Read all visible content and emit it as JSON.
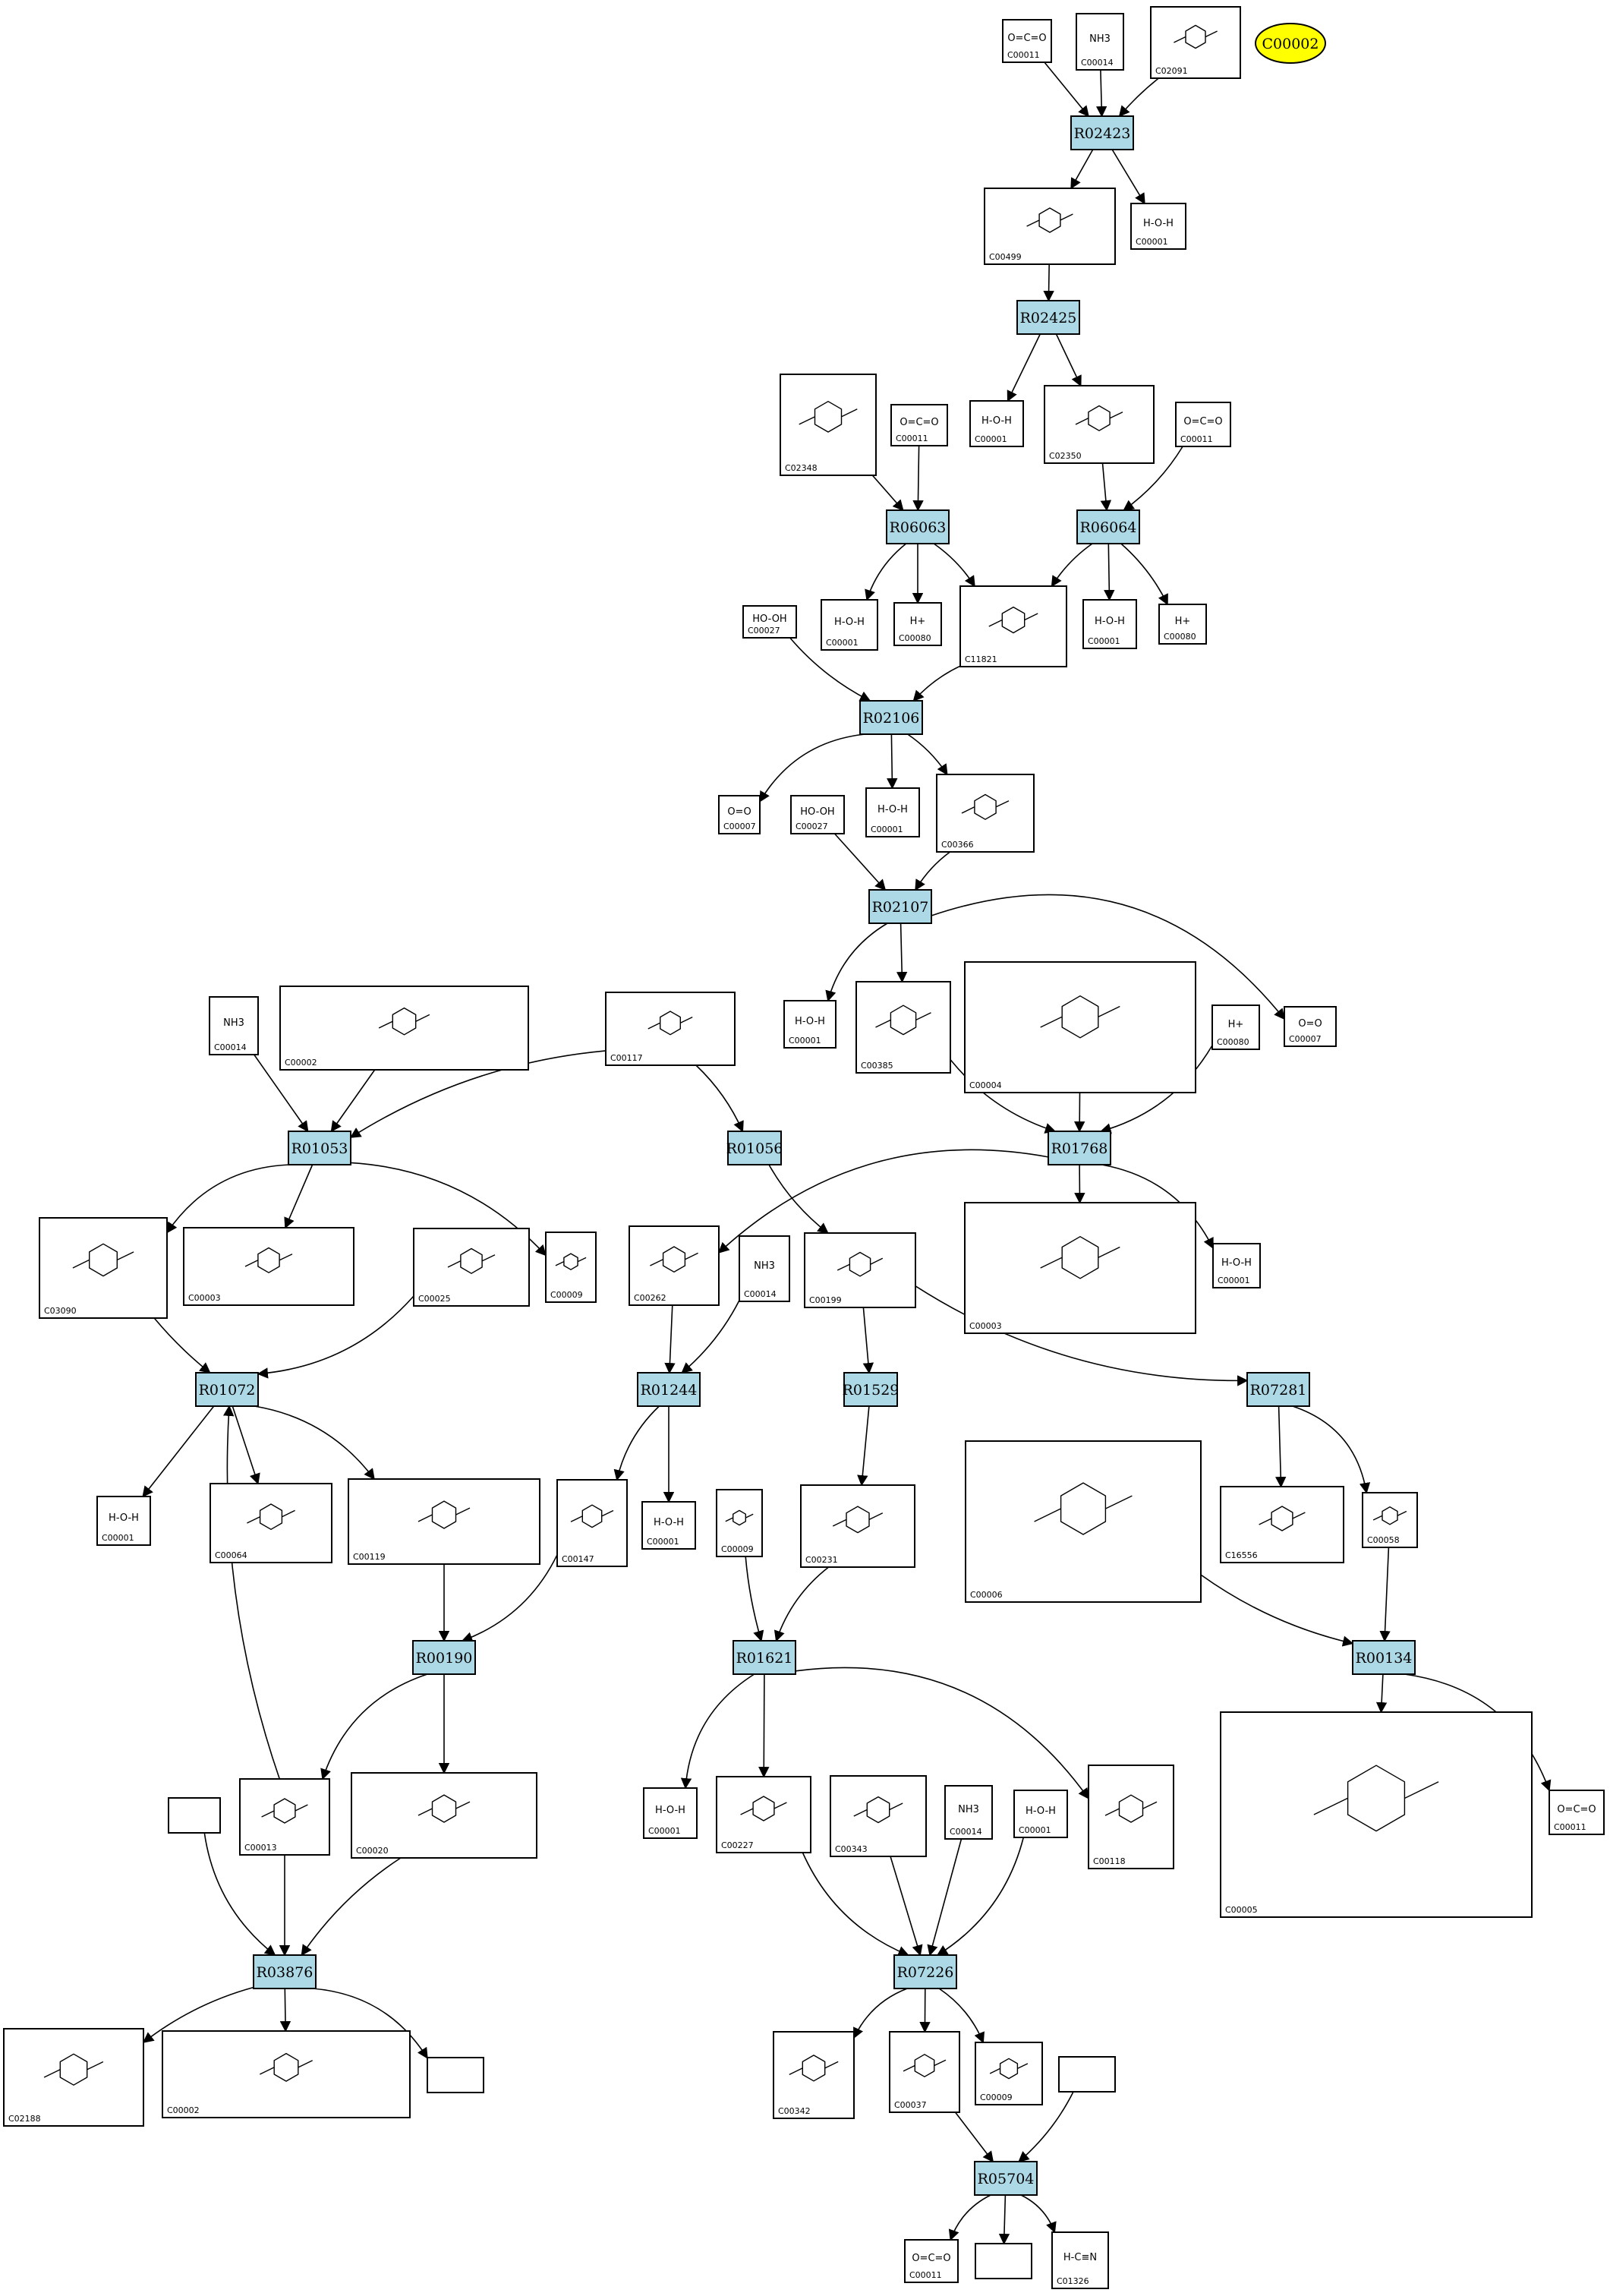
{
  "highlight": {
    "label": "C00002"
  },
  "reactions": [
    {
      "id": "R02423",
      "label": "R02423"
    },
    {
      "id": "R02425",
      "label": "R02425"
    },
    {
      "id": "R06063",
      "label": "R06063"
    },
    {
      "id": "R06064",
      "label": "R06064"
    },
    {
      "id": "R02106",
      "label": "R02106"
    },
    {
      "id": "R02107",
      "label": "R02107"
    },
    {
      "id": "R01053",
      "label": "R01053"
    },
    {
      "id": "R01056",
      "label": "R01056"
    },
    {
      "id": "R01768",
      "label": "R01768"
    },
    {
      "id": "R01072",
      "label": "R01072"
    },
    {
      "id": "R01244",
      "label": "R01244"
    },
    {
      "id": "R01529",
      "label": "R01529"
    },
    {
      "id": "R07281",
      "label": "R07281"
    },
    {
      "id": "R00190",
      "label": "R00190"
    },
    {
      "id": "R01621",
      "label": "R01621"
    },
    {
      "id": "R00134",
      "label": "R00134"
    },
    {
      "id": "R03876",
      "label": "R03876"
    },
    {
      "id": "R07226",
      "label": "R07226"
    },
    {
      "id": "R05704",
      "label": "R05704"
    }
  ],
  "compounds": [
    {
      "id": "c01",
      "label": "C00011",
      "formula": "O=C=O"
    },
    {
      "id": "c02",
      "label": "C00014",
      "formula": "NH3"
    },
    {
      "id": "c03",
      "label": "C02091",
      "formula": ""
    },
    {
      "id": "c04",
      "label": "C00499",
      "formula": ""
    },
    {
      "id": "c05",
      "label": "C00001",
      "formula": "H-O-H"
    },
    {
      "id": "c06",
      "label": "C02348",
      "formula": ""
    },
    {
      "id": "c07",
      "label": "C00011",
      "formula": "O=C=O"
    },
    {
      "id": "c08",
      "label": "C00001",
      "formula": "H-O-H"
    },
    {
      "id": "c09",
      "label": "C02350",
      "formula": ""
    },
    {
      "id": "c10",
      "label": "C00011",
      "formula": "O=C=O"
    },
    {
      "id": "c11",
      "label": "C00027",
      "formula": "HO-OH"
    },
    {
      "id": "c12",
      "label": "C00001",
      "formula": "H-O-H"
    },
    {
      "id": "c13",
      "label": "C00080",
      "formula": "H+"
    },
    {
      "id": "c14",
      "label": "C11821",
      "formula": ""
    },
    {
      "id": "c15",
      "label": "C00001",
      "formula": "H-O-H"
    },
    {
      "id": "c16",
      "label": "C00080",
      "formula": "H+"
    },
    {
      "id": "c17",
      "label": "C00007",
      "formula": "O=O"
    },
    {
      "id": "c18",
      "label": "C00027",
      "formula": "HO-OH"
    },
    {
      "id": "c19",
      "label": "C00001",
      "formula": "H-O-H"
    },
    {
      "id": "c20",
      "label": "C00366",
      "formula": ""
    },
    {
      "id": "c21",
      "label": "C00014",
      "formula": "NH3"
    },
    {
      "id": "c22",
      "label": "C00002",
      "formula": ""
    },
    {
      "id": "c23",
      "label": "C00117",
      "formula": ""
    },
    {
      "id": "c24",
      "label": "C00001",
      "formula": "H-O-H"
    },
    {
      "id": "c25",
      "label": "C00385",
      "formula": ""
    },
    {
      "id": "c26",
      "label": "C00004",
      "formula": ""
    },
    {
      "id": "c27",
      "label": "C00080",
      "formula": "H+"
    },
    {
      "id": "c28",
      "label": "C00007",
      "formula": "O=O"
    },
    {
      "id": "c29",
      "label": "C03090",
      "formula": ""
    },
    {
      "id": "c30",
      "label": "C00003",
      "formula": ""
    },
    {
      "id": "c31",
      "label": "C00025",
      "formula": ""
    },
    {
      "id": "c32",
      "label": "C00009",
      "formula": ""
    },
    {
      "id": "c33",
      "label": "C00262",
      "formula": ""
    },
    {
      "id": "c34",
      "label": "C00014",
      "formula": "NH3"
    },
    {
      "id": "c35",
      "label": "C00199",
      "formula": ""
    },
    {
      "id": "c36",
      "label": "C00003",
      "formula": ""
    },
    {
      "id": "c37",
      "label": "C00001",
      "formula": "H-O-H"
    },
    {
      "id": "c38",
      "label": "C00001",
      "formula": "H-O-H"
    },
    {
      "id": "c39",
      "label": "C00064",
      "formula": ""
    },
    {
      "id": "c40",
      "label": "C00119",
      "formula": ""
    },
    {
      "id": "c41",
      "label": "C00147",
      "formula": ""
    },
    {
      "id": "c42",
      "label": "C00001",
      "formula": "H-O-H"
    },
    {
      "id": "c43",
      "label": "C00009",
      "formula": ""
    },
    {
      "id": "c44",
      "label": "C00231",
      "formula": ""
    },
    {
      "id": "c45",
      "label": "C00006",
      "formula": ""
    },
    {
      "id": "c46",
      "label": "C16556",
      "formula": ""
    },
    {
      "id": "c47",
      "label": "C00058",
      "formula": ""
    },
    {
      "id": "c48",
      "label": "",
      "formula": ""
    },
    {
      "id": "c49",
      "label": "C00013",
      "formula": ""
    },
    {
      "id": "c50",
      "label": "C00020",
      "formula": ""
    },
    {
      "id": "c51",
      "label": "C00001",
      "formula": "H-O-H"
    },
    {
      "id": "c52",
      "label": "C00227",
      "formula": ""
    },
    {
      "id": "c53",
      "label": "C00343",
      "formula": ""
    },
    {
      "id": "c54",
      "label": "C00014",
      "formula": "NH3"
    },
    {
      "id": "c55",
      "label": "C00001",
      "formula": "H-O-H"
    },
    {
      "id": "c56",
      "label": "C00118",
      "formula": ""
    },
    {
      "id": "c57",
      "label": "C00005",
      "formula": ""
    },
    {
      "id": "c58",
      "label": "C00011",
      "formula": "O=C=O"
    },
    {
      "id": "c59",
      "label": "C02188",
      "formula": ""
    },
    {
      "id": "c60",
      "label": "C00002",
      "formula": ""
    },
    {
      "id": "c61",
      "label": "",
      "formula": ""
    },
    {
      "id": "c62",
      "label": "C00342",
      "formula": ""
    },
    {
      "id": "c63",
      "label": "C00037",
      "formula": ""
    },
    {
      "id": "c64",
      "label": "C00009",
      "formula": ""
    },
    {
      "id": "c65",
      "label": "",
      "formula": ""
    },
    {
      "id": "c66",
      "label": "C00011",
      "formula": "O=C=O"
    },
    {
      "id": "c67",
      "label": "",
      "formula": ""
    },
    {
      "id": "c68",
      "label": "C01326",
      "formula": "H-C≡N"
    }
  ],
  "edges": [
    [
      "c01",
      "R02423"
    ],
    [
      "c02",
      "R02423"
    ],
    [
      "c03",
      "R02423"
    ],
    [
      "R02423",
      "c04"
    ],
    [
      "R02423",
      "c05"
    ],
    [
      "c04",
      "R02425"
    ],
    [
      "R02425",
      "c08"
    ],
    [
      "R02425",
      "c09"
    ],
    [
      "c06",
      "R06063"
    ],
    [
      "c07",
      "R06063"
    ],
    [
      "c09",
      "R06064"
    ],
    [
      "c10",
      "R06064"
    ],
    [
      "R06063",
      "c12"
    ],
    [
      "R06063",
      "c13"
    ],
    [
      "R06063",
      "c14"
    ],
    [
      "R06064",
      "c14"
    ],
    [
      "R06064",
      "c15"
    ],
    [
      "R06064",
      "c16"
    ],
    [
      "c11",
      "R02106"
    ],
    [
      "c14",
      "R02106"
    ],
    [
      "R02106",
      "c17"
    ],
    [
      "R02106",
      "c19"
    ],
    [
      "R02106",
      "c20"
    ],
    [
      "c18",
      "R02107"
    ],
    [
      "c20",
      "R02107"
    ],
    [
      "R02107",
      "c24"
    ],
    [
      "R02107",
      "c25"
    ],
    [
      "R02107",
      "c28"
    ],
    [
      "c21",
      "R01053"
    ],
    [
      "c22",
      "R01053"
    ],
    [
      "c23",
      "R01053"
    ],
    [
      "c23",
      "R01056"
    ],
    [
      "c25",
      "R01768"
    ],
    [
      "c26",
      "R01768"
    ],
    [
      "c27",
      "R01768"
    ],
    [
      "R01053",
      "c29"
    ],
    [
      "R01053",
      "c30"
    ],
    [
      "R01053",
      "c32"
    ],
    [
      "R01056",
      "c35"
    ],
    [
      "R01768",
      "c33"
    ],
    [
      "R01768",
      "c36"
    ],
    [
      "R01768",
      "c37"
    ],
    [
      "c29",
      "R01072"
    ],
    [
      "c31",
      "R01072"
    ],
    [
      "c33",
      "R01244"
    ],
    [
      "c34",
      "R01244"
    ],
    [
      "c35",
      "R01529"
    ],
    [
      "c35",
      "R07281"
    ],
    [
      "R01072",
      "c38"
    ],
    [
      "R01072",
      "c39"
    ],
    [
      "R01072",
      "c40"
    ],
    [
      "R01244",
      "c41"
    ],
    [
      "R01244",
      "c42"
    ],
    [
      "R01529",
      "c44"
    ],
    [
      "R07281",
      "c46"
    ],
    [
      "R07281",
      "c47"
    ],
    [
      "c40",
      "R00190"
    ],
    [
      "c41",
      "R00190"
    ],
    [
      "c43",
      "R01621"
    ],
    [
      "c44",
      "R01621"
    ],
    [
      "c45",
      "R00134"
    ],
    [
      "c47",
      "R00134"
    ],
    [
      "R00190",
      "c49"
    ],
    [
      "R00190",
      "c50"
    ],
    [
      "c49",
      "R01072"
    ],
    [
      "R01621",
      "c51"
    ],
    [
      "R01621",
      "c52"
    ],
    [
      "R01621",
      "c56"
    ],
    [
      "R00134",
      "c57"
    ],
    [
      "R00134",
      "c58"
    ],
    [
      "c48",
      "R03876"
    ],
    [
      "c49",
      "R03876"
    ],
    [
      "c50",
      "R03876"
    ],
    [
      "R03876",
      "c59"
    ],
    [
      "R03876",
      "c60"
    ],
    [
      "R03876",
      "c61"
    ],
    [
      "c52",
      "R07226"
    ],
    [
      "c53",
      "R07226"
    ],
    [
      "c54",
      "R07226"
    ],
    [
      "c55",
      "R07226"
    ],
    [
      "R07226",
      "c62"
    ],
    [
      "R07226",
      "c63"
    ],
    [
      "R07226",
      "c64"
    ],
    [
      "c63",
      "R05704"
    ],
    [
      "c65",
      "R05704"
    ],
    [
      "R05704",
      "c66"
    ],
    [
      "R05704",
      "c67"
    ],
    [
      "R05704",
      "c68"
    ]
  ]
}
